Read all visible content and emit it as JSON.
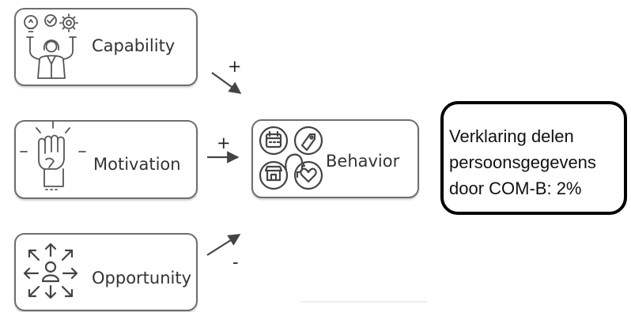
{
  "diagram": {
    "nodes": {
      "capability": {
        "label": "Capability",
        "icon": "person-ideas-icon"
      },
      "motivation": {
        "label": "Motivation",
        "icon": "raised-fist-icon"
      },
      "opportunity": {
        "label": "Opportunity",
        "icon": "person-arrows-icon"
      },
      "behavior": {
        "label": "Behavior",
        "icon": "behavior-cluster-icon"
      }
    },
    "edges": {
      "capability_to_behavior": {
        "sign": "+"
      },
      "motivation_to_behavior": {
        "sign": "+"
      },
      "opportunity_to_behavior": {
        "sign": "-"
      }
    },
    "result": {
      "line1": "Verklaring delen",
      "line2": "persoonsgegevens",
      "line3": "door COM-B: 2%"
    }
  }
}
